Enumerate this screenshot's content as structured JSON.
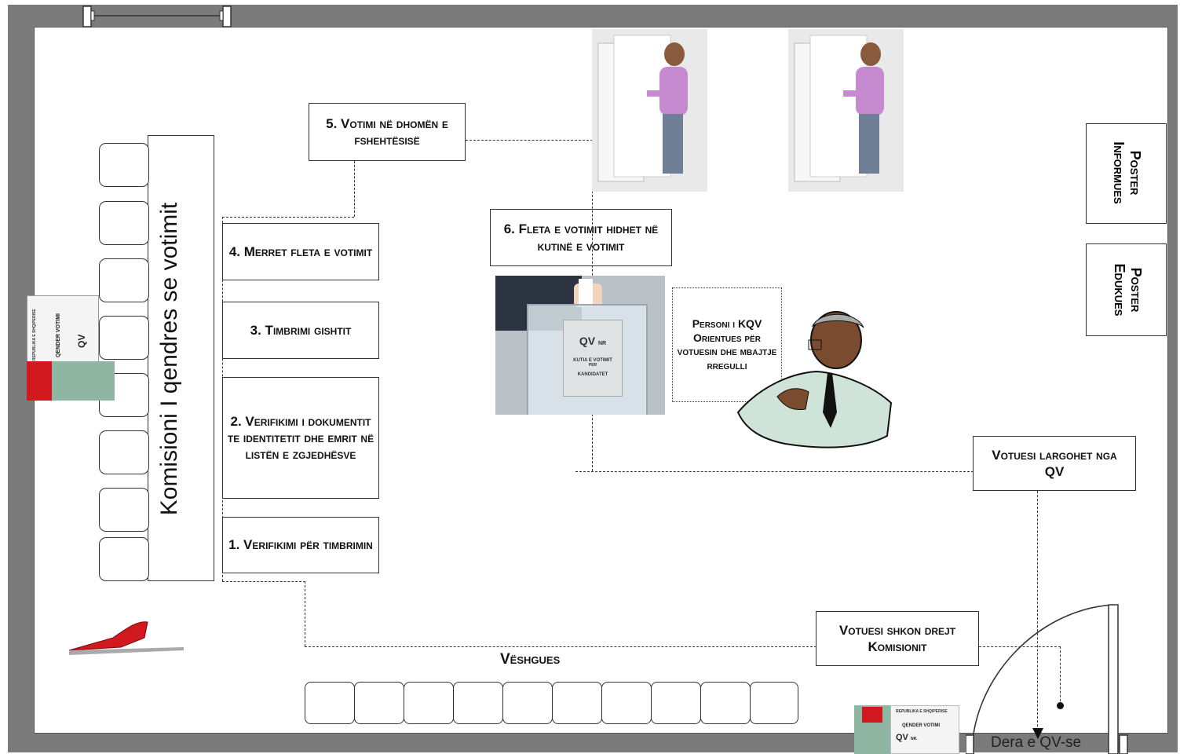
{
  "steps": {
    "step1": "1. Verifikimi për timbrimin",
    "step2": "2. Verifikimi i dokumentit te identitetit dhe emrit në listën e zgjedhësve",
    "step3": "3. Timbrimi gishtit",
    "step4": "4. Merret fleta e votimit",
    "step5": "5. Votimi në dhomën e fshehtësisë",
    "step6": "6. Fleta e votimit hidhet në kutinë e votimit"
  },
  "commission_label": "Komisioni I qendres se votimit",
  "observers_label": "Vëshgues",
  "voter_goes": "Votuesi shkon drejt Komisionit",
  "voter_leaves": "Votuesi largohet nga QV",
  "person_label": "Personi i KQV Orientues për votuesin dhe mbajtje rregulli",
  "poster_info": "Poster Informues",
  "poster_edu": "Poster Edukues",
  "door_label": "Dera e QV-se",
  "sign": {
    "republic": "REPUBLIKA E SHQIPERISE",
    "center": "QENDER VOTIMI",
    "qv": "QV",
    "nr": "NR."
  },
  "ballot_box": {
    "qv": "QV",
    "nr": "NR",
    "text1": "KUTIA E VOTIMIT",
    "text2": "PER",
    "text3": "KANDIDATET"
  },
  "colors": {
    "floor": "#7b7b7b",
    "flag_red": "#d1191f",
    "shirt": "#c58ad0"
  }
}
